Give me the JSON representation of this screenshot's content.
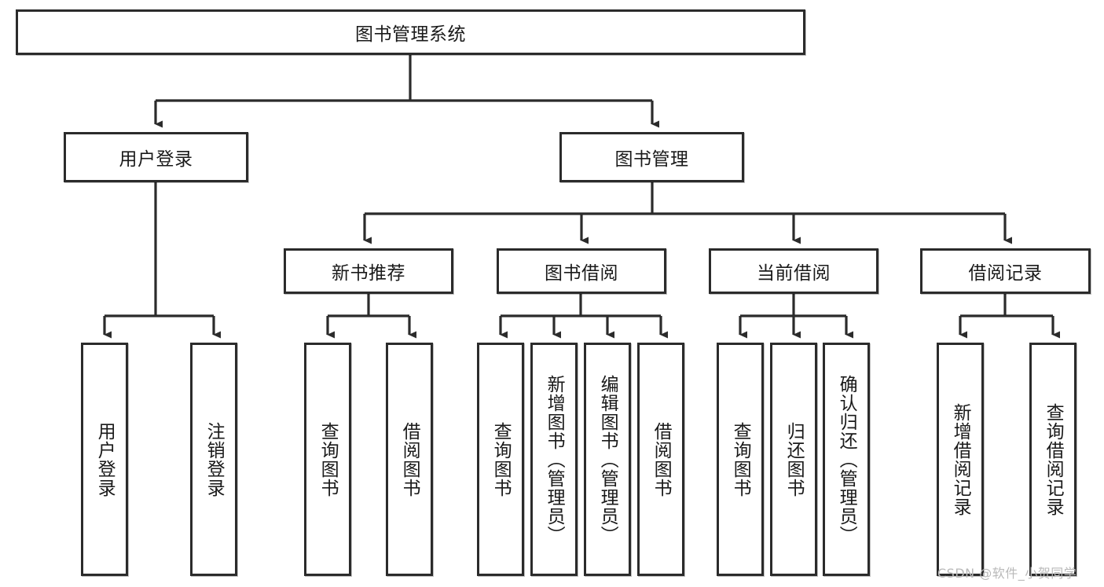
{
  "diagram": {
    "type": "tree-hierarchy-chart",
    "title": "图书管理系统",
    "watermark": "CSDN @软件_小贺同学",
    "colors": {
      "stroke": "#2b2b2b",
      "fill": "#ffffff",
      "text": "#1a1a1a",
      "watermark": "#b9b9b9"
    },
    "nodes": {
      "root": {
        "label": "图书管理系统",
        "orientation": "horizontal"
      },
      "level1": [
        {
          "id": "user-login",
          "label": "用户登录",
          "orientation": "horizontal"
        },
        {
          "id": "book-manage",
          "label": "图书管理",
          "orientation": "horizontal"
        }
      ],
      "level2": [
        {
          "id": "new-book-recommend",
          "label": "新书推荐",
          "orientation": "horizontal"
        },
        {
          "id": "book-borrow",
          "label": "图书借阅",
          "orientation": "horizontal"
        },
        {
          "id": "current-borrow",
          "label": "当前借阅",
          "orientation": "horizontal"
        },
        {
          "id": "borrow-record",
          "label": "借阅记录",
          "orientation": "horizontal"
        }
      ],
      "leaves": [
        {
          "id": "leaf-user-login",
          "label": "用户登录",
          "parent": "user-login",
          "orientation": "vertical"
        },
        {
          "id": "leaf-user-logout",
          "label": "注销登录",
          "parent": "user-login",
          "orientation": "vertical"
        },
        {
          "id": "leaf-query-book-1",
          "label": "查询图书",
          "parent": "new-book-recommend",
          "orientation": "vertical"
        },
        {
          "id": "leaf-borrow-book-1",
          "label": "借阅图书",
          "parent": "new-book-recommend",
          "orientation": "vertical"
        },
        {
          "id": "leaf-query-book-2",
          "label": "查询图书",
          "parent": "book-borrow",
          "orientation": "vertical"
        },
        {
          "id": "leaf-add-book",
          "label": "新增图书（管理员）",
          "parent": "book-borrow",
          "orientation": "vertical"
        },
        {
          "id": "leaf-edit-book",
          "label": "编辑图书（管理员）",
          "parent": "book-borrow",
          "orientation": "vertical"
        },
        {
          "id": "leaf-borrow-book-2",
          "label": "借阅图书",
          "parent": "book-borrow",
          "orientation": "vertical"
        },
        {
          "id": "leaf-query-book-3",
          "label": "查询图书",
          "parent": "current-borrow",
          "orientation": "vertical"
        },
        {
          "id": "leaf-return-book",
          "label": "归还图书",
          "parent": "current-borrow",
          "orientation": "vertical"
        },
        {
          "id": "leaf-confirm-return",
          "label": "确认归还（管理员）",
          "parent": "current-borrow",
          "orientation": "vertical"
        },
        {
          "id": "leaf-add-record",
          "label": "新增借阅记录",
          "parent": "borrow-record",
          "orientation": "vertical"
        },
        {
          "id": "leaf-query-record",
          "label": "查询借阅记录",
          "parent": "borrow-record",
          "orientation": "vertical"
        }
      ]
    }
  }
}
